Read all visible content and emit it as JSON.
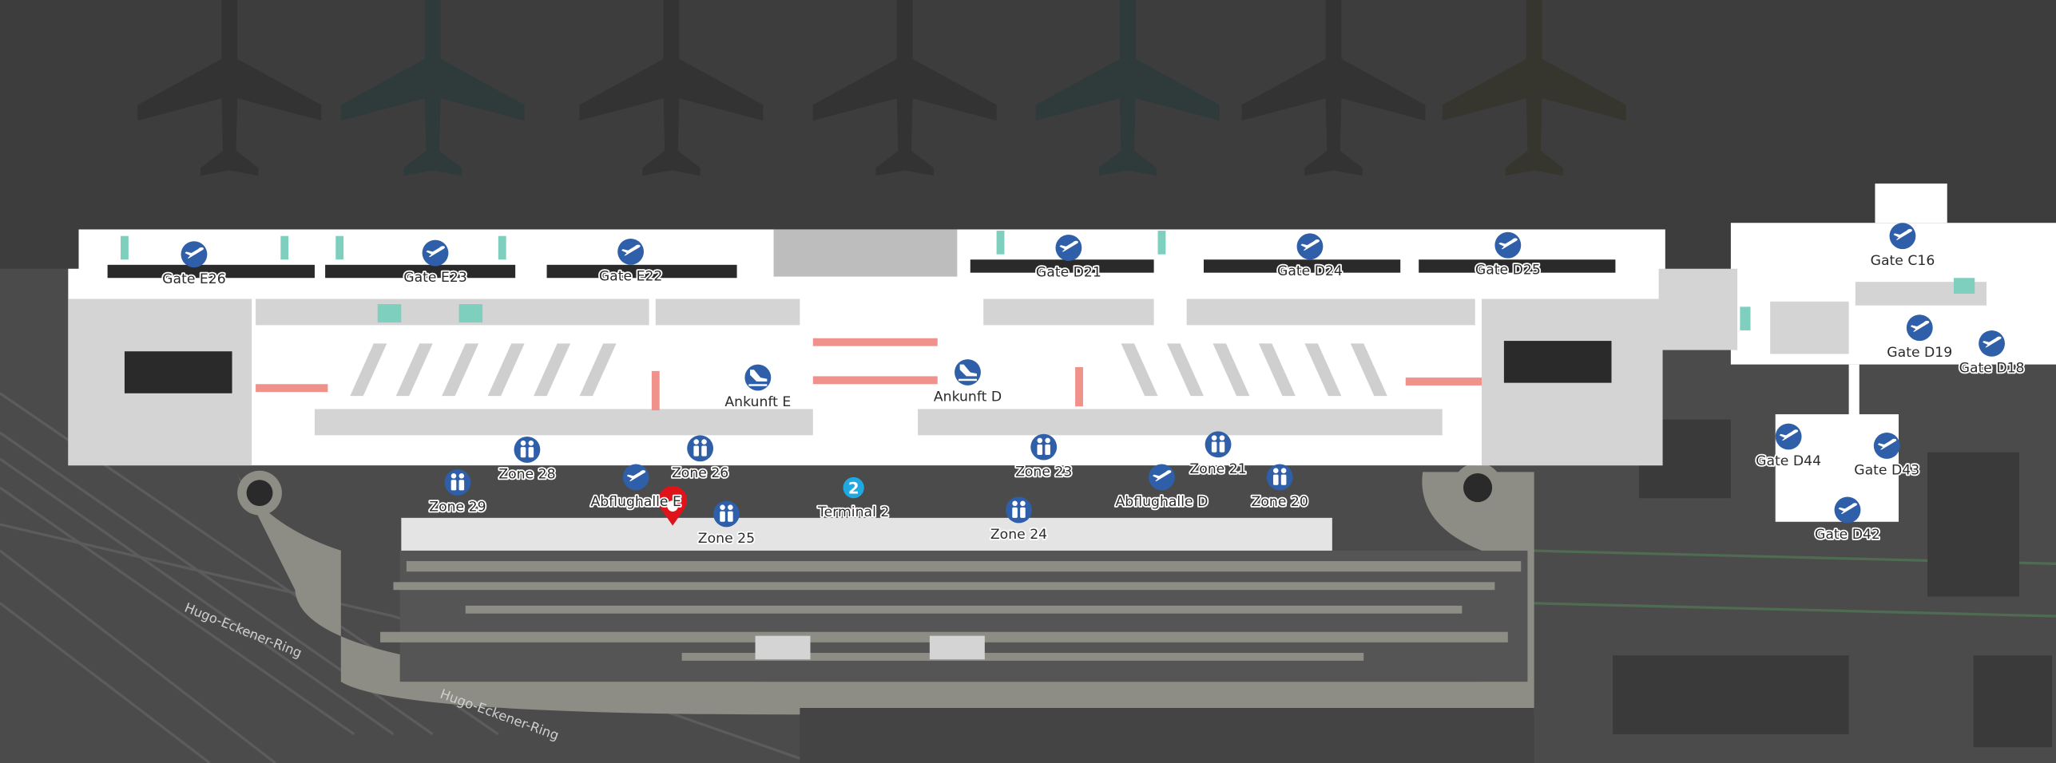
{
  "map": {
    "building": "Terminal 2",
    "colors": {
      "background": "#4b4b4b",
      "apron": "#3d3d3d",
      "building": "#ffffff",
      "building_gray": "#d4d4d4",
      "curbside": "#8d8d85",
      "poi_icon": "#2f5fa8",
      "terminal_badge": "#1fa9e0",
      "location_pin": "#e0131b",
      "security_lane": "#f0918a",
      "accent_teal": "#7fcfbf"
    },
    "pois": [
      {
        "label": "Gate E26",
        "icon": "airplane-departure-icon"
      },
      {
        "label": "Gate E23",
        "icon": "airplane-departure-icon"
      },
      {
        "label": "Gate E22",
        "icon": "airplane-departure-icon"
      },
      {
        "label": "Gate D21",
        "icon": "airplane-departure-icon"
      },
      {
        "label": "Gate D24",
        "icon": "airplane-departure-icon"
      },
      {
        "label": "Gate D25",
        "icon": "airplane-departure-icon"
      },
      {
        "label": "Gate C16",
        "icon": "airplane-departure-icon"
      },
      {
        "label": "Gate D19",
        "icon": "airplane-departure-icon"
      },
      {
        "label": "Gate D18",
        "icon": "airplane-departure-icon"
      },
      {
        "label": "Gate D44",
        "icon": "airplane-departure-icon"
      },
      {
        "label": "Gate D43",
        "icon": "airplane-departure-icon"
      },
      {
        "label": "Gate D42",
        "icon": "airplane-departure-icon"
      },
      {
        "label": "Ankunft E",
        "icon": "airplane-arrival-icon"
      },
      {
        "label": "Ankunft D",
        "icon": "airplane-arrival-icon"
      },
      {
        "label": "Zone 28",
        "icon": "people-icon"
      },
      {
        "label": "Zone 26",
        "icon": "people-icon"
      },
      {
        "label": "Zone 29",
        "icon": "people-icon"
      },
      {
        "label": "Abflughalle E",
        "icon": "airplane-departure-icon"
      },
      {
        "label": "Zone 25",
        "icon": "people-icon"
      },
      {
        "label": "Terminal 2",
        "icon": "terminal-2-badge-icon",
        "badge": "2"
      },
      {
        "label": "Zone 23",
        "icon": "people-icon"
      },
      {
        "label": "Zone 21",
        "icon": "people-icon"
      },
      {
        "label": "Abflughalle D",
        "icon": "airplane-departure-icon"
      },
      {
        "label": "Zone 20",
        "icon": "people-icon"
      },
      {
        "label": "Zone 24",
        "icon": "people-icon"
      }
    ],
    "roads": [
      {
        "label": "Hugo-Eckener-Ring"
      },
      {
        "label": "Hugo-Eckener-Ring"
      }
    ],
    "location_pin": {
      "icon": "location-pin-icon"
    }
  }
}
